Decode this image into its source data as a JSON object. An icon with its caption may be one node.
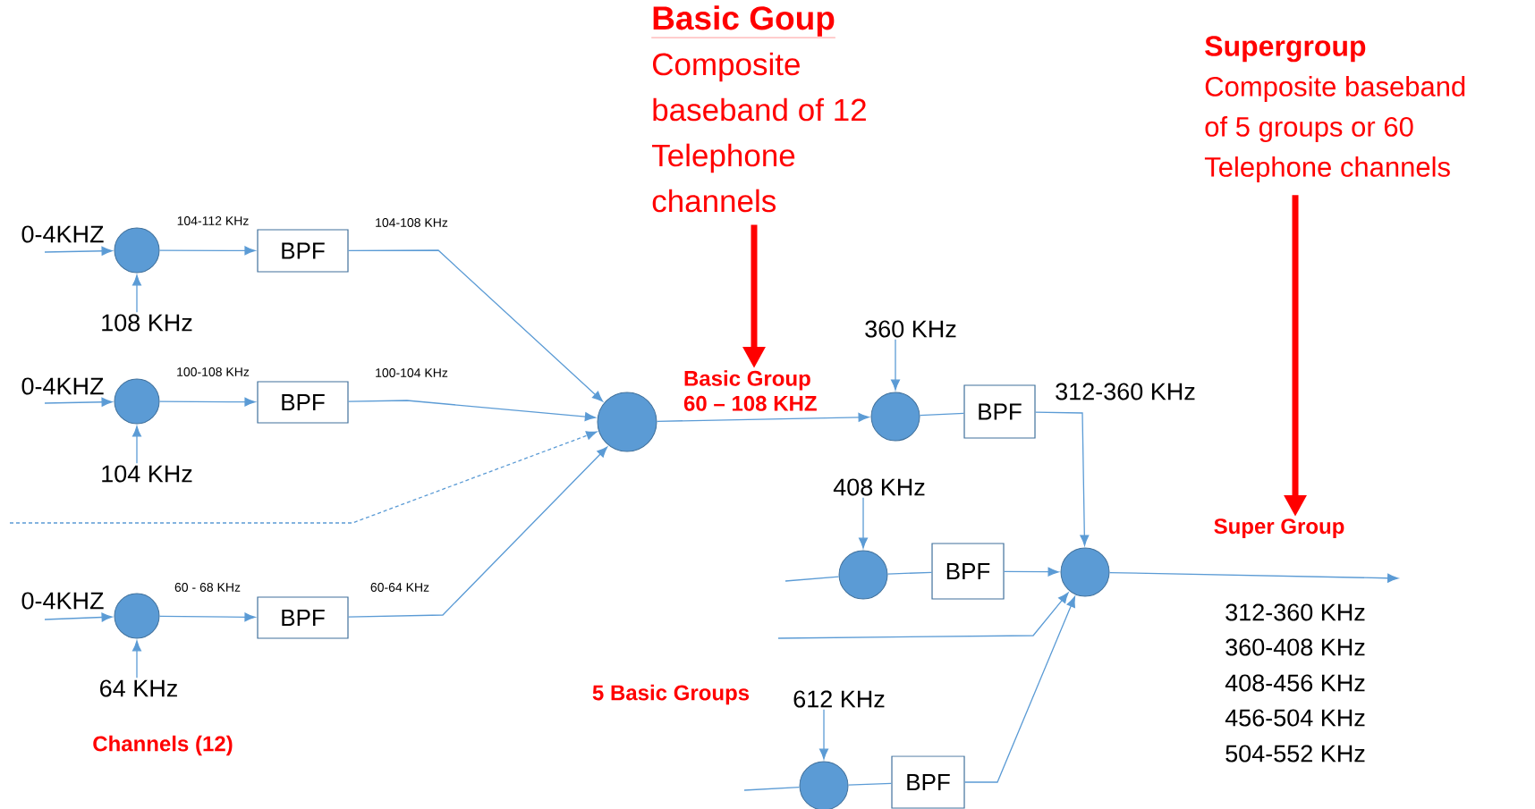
{
  "diagram": {
    "nodes": [
      {
        "text": [
          "Basic Goup",
          "Composite baseband of 12 Telephone channels"
        ]
      },
      {
        "text": [
          "Supergroup",
          "Composite baseband of 5 groups or 60 Telephone channels"
        ]
      },
      {
        "text": [],
        "shape": "circle"
      },
      {
        "text": [
          "BPF"
        ]
      },
      {
        "text": [
          "108 KHz"
        ]
      },
      {
        "text": [
          "360 KHz"
        ]
      },
      {
        "text": [],
        "shape": "circle"
      },
      {
        "text": [
          "BPF"
        ]
      },
      {
        "text": [
          "Basic Group 60 – 108 KHZ"
        ]
      },
      {
        "text": [],
        "shape": "circle"
      },
      {
        "text": [],
        "shape": "circle"
      },
      {
        "text": [
          "BPF"
        ]
      },
      {
        "text": [
          "104 KHz"
        ]
      },
      {
        "text": [
          "408 KHz"
        ]
      },
      {
        "text": [
          "Super Group"
        ]
      },
      {
        "text": [],
        "shape": "circle"
      },
      {
        "text": [
          "BPF"
        ]
      },
      {
        "text": [],
        "shape": "circle"
      },
      {
        "text": [],
        "shape": "circle"
      },
      {
        "text": [
          "BPF"
        ]
      },
      {
        "text": [
          "64 KHz"
        ]
      },
      {
        "text": [
          "612 KHz"
        ]
      },
      {
        "text": [],
        "shape": "circle"
      },
      {
        "text": [
          "BPF"
        ]
      }
    ],
    "edges": [
      {
        "from": null,
        "to": 2,
        "arrow": "to",
        "label": "0-4KHZ"
      },
      {
        "from": 4,
        "to": 2,
        "arrow": "to"
      },
      {
        "from": 2,
        "to": 3,
        "arrow": "to",
        "label": "104-112 KHz"
      },
      {
        "from": 3,
        "to": 9,
        "arrow": "to",
        "label": "104-108 KHz"
      },
      {
        "from": null,
        "to": 6,
        "arrow": "to",
        "label": "0-4KHZ"
      },
      {
        "from": 12,
        "to": 6,
        "arrow": "to"
      },
      {
        "from": 6,
        "to": 7,
        "arrow": "to",
        "label": "100-108 KHz"
      },
      {
        "from": 7,
        "to": 9,
        "arrow": "to",
        "label": "100-104 KHz"
      },
      {
        "from": null,
        "to": 9,
        "arrow": "to",
        "style": "dashed"
      },
      {
        "from": null,
        "to": 18,
        "arrow": "to",
        "label": "0-4KHZ"
      },
      {
        "from": 20,
        "to": 18,
        "arrow": "to"
      },
      {
        "from": 18,
        "to": 19,
        "arrow": "to",
        "label": "60 - 68 KHz"
      },
      {
        "from": 19,
        "to": 9,
        "arrow": "to",
        "label": "60-64 KHz"
      },
      {
        "from": 0,
        "to": 8,
        "arrow": "to",
        "style": "thick",
        "color": "#ff0000"
      },
      {
        "from": 9,
        "to": 10,
        "arrow": "to"
      },
      {
        "from": 5,
        "to": 10,
        "arrow": "to"
      },
      {
        "from": 10,
        "to": 11,
        "arrow": "none"
      },
      {
        "from": 11,
        "to": 17,
        "arrow": "to",
        "label": "312-360 KHz"
      },
      {
        "from": 1,
        "to": 14,
        "arrow": "to",
        "style": "thick",
        "color": "#ff0000"
      },
      {
        "from": null,
        "to": 15,
        "arrow": "none"
      },
      {
        "from": 13,
        "to": 15,
        "arrow": "to"
      },
      {
        "from": 15,
        "to": 16,
        "arrow": "none"
      },
      {
        "from": 16,
        "to": 17,
        "arrow": "to"
      },
      {
        "from": null,
        "to": 17,
        "arrow": "to"
      },
      {
        "from": 21,
        "to": 22,
        "arrow": "to"
      },
      {
        "from": null,
        "to": 22,
        "arrow": "none"
      },
      {
        "from": 22,
        "to": 23,
        "arrow": "none"
      },
      {
        "from": 23,
        "to": 17,
        "arrow": "to"
      },
      {
        "from": 17,
        "to": null,
        "arrow": "to"
      }
    ],
    "labels": [
      "312-360 KHz",
      "360-408 KHz",
      "408-456 KHz",
      "456-504 KHz",
      "504-552 KHz",
      "5 Basic Groups",
      "Channels (12)"
    ]
  }
}
